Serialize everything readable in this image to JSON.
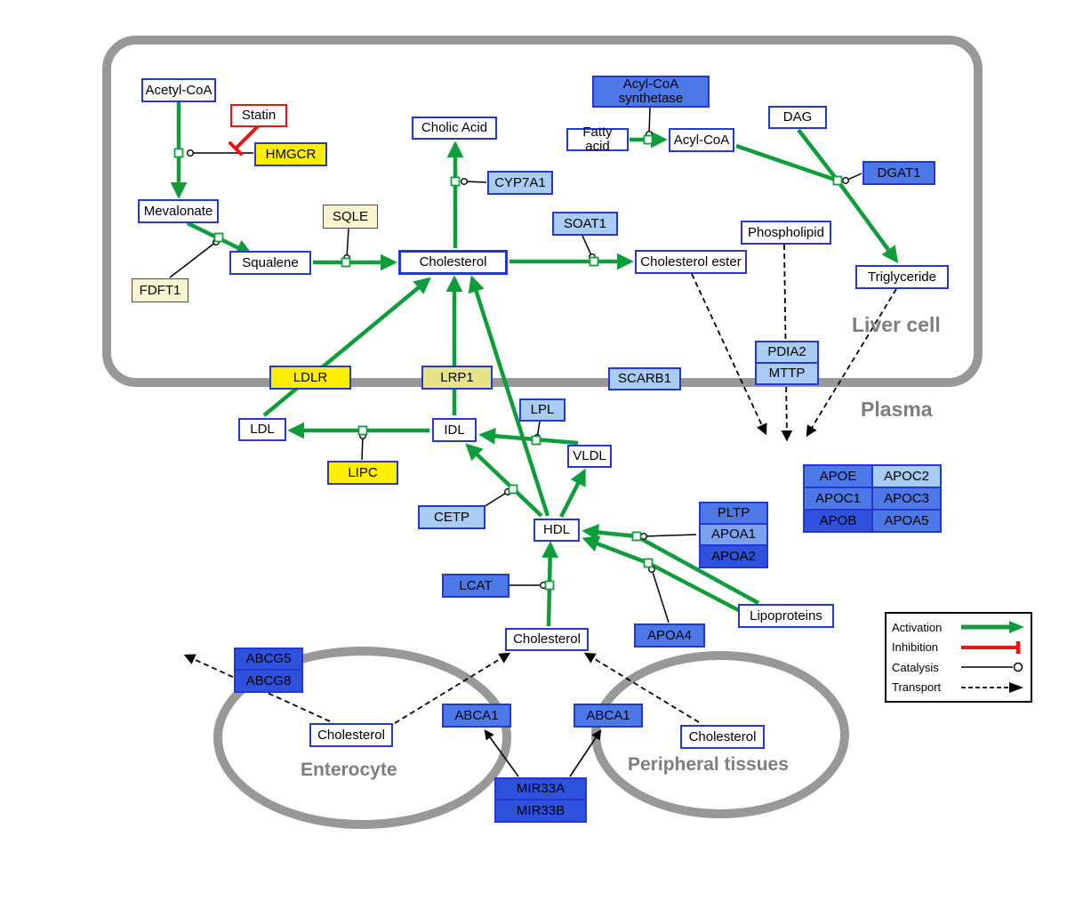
{
  "compartments": {
    "liver": {
      "label": "Liver cell"
    },
    "plasma": {
      "label": "Plasma"
    },
    "enterocyte": {
      "label": "Enterocyte"
    },
    "peripheral": {
      "label": "Peripheral tissues"
    }
  },
  "nodes": {
    "acetyl_coa": {
      "label": "Acetyl-CoA"
    },
    "statin": {
      "label": "Statin"
    },
    "hmgcr": {
      "label": "HMGCR"
    },
    "mevalonate": {
      "label": "Mevalonate"
    },
    "sqle": {
      "label": "SQLE"
    },
    "fdft1": {
      "label": "FDFT1"
    },
    "squalene": {
      "label": "Squalene"
    },
    "cholesterol_liver": {
      "label": "Cholesterol"
    },
    "cholic_acid": {
      "label": "Cholic Acid"
    },
    "cyp7a1": {
      "label": "CYP7A1"
    },
    "soat1": {
      "label": "SOAT1"
    },
    "cholesterol_ester": {
      "label": "Cholesterol ester"
    },
    "acyl_coa_synthetase": {
      "label": "Acyl-CoA synthetase"
    },
    "fatty_acid": {
      "label": "Fatty acid"
    },
    "acyl_coa": {
      "label": "Acyl-CoA"
    },
    "dag": {
      "label": "DAG"
    },
    "dgat1": {
      "label": "DGAT1"
    },
    "phospholipid": {
      "label": "Phospholipid"
    },
    "triglyceride": {
      "label": "Triglyceride"
    },
    "ldlr": {
      "label": "LDLR"
    },
    "lrp1": {
      "label": "LRP1"
    },
    "scarb1": {
      "label": "SCARB1"
    },
    "pdia2": {
      "label": "PDIA2"
    },
    "mttp": {
      "label": "MTTP"
    },
    "ldl": {
      "label": "LDL"
    },
    "idl": {
      "label": "IDL"
    },
    "lpl": {
      "label": "LPL"
    },
    "vldl": {
      "label": "VLDL"
    },
    "lipc": {
      "label": "LIPC"
    },
    "cetp": {
      "label": "CETP"
    },
    "hdl": {
      "label": "HDL"
    },
    "pltp": {
      "label": "PLTP"
    },
    "apoa1": {
      "label": "APOA1"
    },
    "apoa2": {
      "label": "APOA2"
    },
    "lcat": {
      "label": "LCAT"
    },
    "apoa4": {
      "label": "APOA4"
    },
    "lipoproteins": {
      "label": "Lipoproteins"
    },
    "apoe": {
      "label": "APOE"
    },
    "apoc2": {
      "label": "APOC2"
    },
    "apoc1": {
      "label": "APOC1"
    },
    "apoc3": {
      "label": "APOC3"
    },
    "apob": {
      "label": "APOB"
    },
    "apoa5": {
      "label": "APOA5"
    },
    "cholesterol_plasma": {
      "label": "Cholesterol"
    },
    "abcg5": {
      "label": "ABCG5"
    },
    "abcg8": {
      "label": "ABCG8"
    },
    "cholesterol_enterocyte": {
      "label": "Cholesterol"
    },
    "abca1_enterocyte": {
      "label": "ABCA1"
    },
    "abca1_peripheral": {
      "label": "ABCA1"
    },
    "cholesterol_peripheral": {
      "label": "Cholesterol"
    },
    "mir33a": {
      "label": "MIR33A"
    },
    "mir33b": {
      "label": "MIR33B"
    }
  },
  "legend": {
    "activation": {
      "label": "Activation"
    },
    "inhibition": {
      "label": "Inhibition"
    },
    "catalysis": {
      "label": "Catalysis"
    },
    "transport": {
      "label": "Transport"
    }
  },
  "colors": {
    "activation": "#0f9d3c",
    "inhibition": "#ee1111",
    "catalysis": "#000000",
    "transport": "#000000",
    "node_border": "#2438cf",
    "compartment_border": "#989898",
    "yellow": "#ffee00",
    "pale_yellow": "#f8f4d0",
    "light_blue": "#a9cdf2",
    "medium_blue": "#4d79e8",
    "dark_blue": "#2e52de"
  }
}
